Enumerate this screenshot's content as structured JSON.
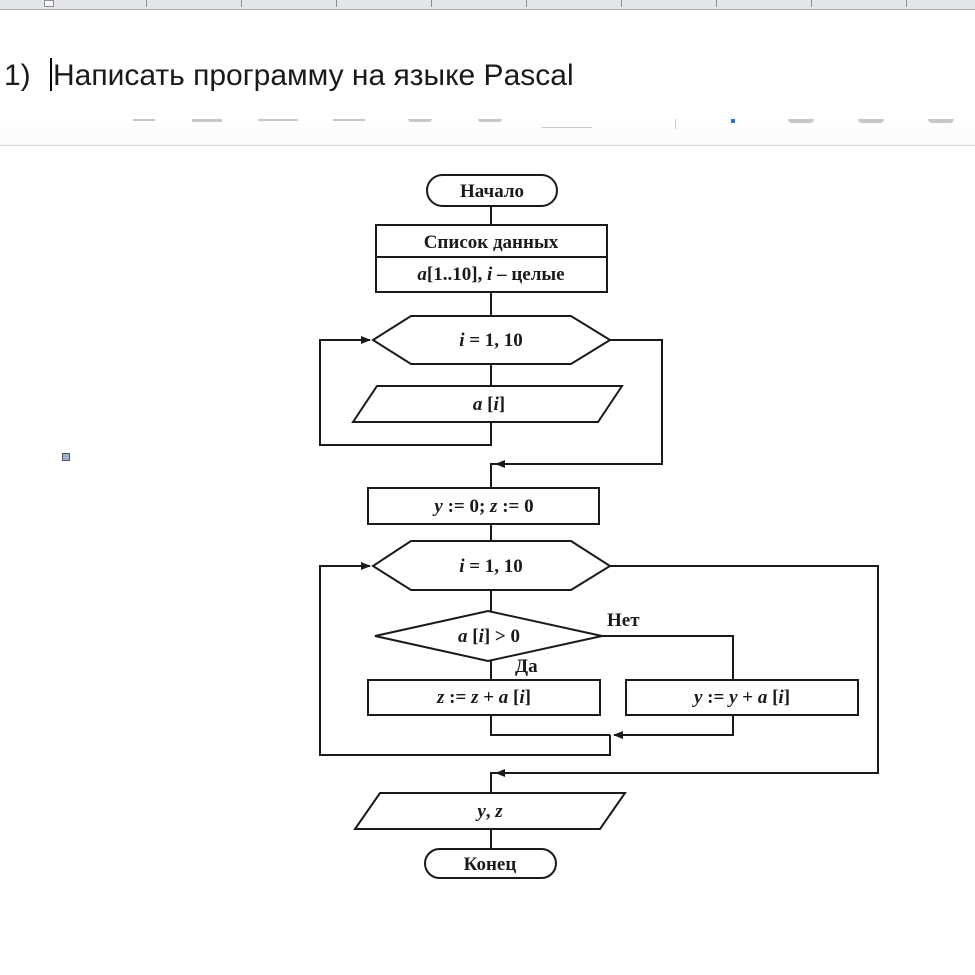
{
  "document": {
    "task_number": "1)",
    "task_text": "Написать программу на языке Pascal"
  },
  "flowchart": {
    "start": "Начало",
    "data_list_title": "Список данных",
    "data_list_decl": {
      "arr": "a",
      "range": "[1..10], ",
      "var": "i",
      "rest": " – целые"
    },
    "loop1": {
      "var": "i",
      "rest": " = 1, 10"
    },
    "input": {
      "arr": "a",
      "open": " [",
      "idx": "i",
      "close": "]"
    },
    "init": {
      "y": "y",
      "mid": " := 0; ",
      "z": "z",
      "end": " := 0"
    },
    "loop2": {
      "var": "i",
      "rest": " = 1, 10"
    },
    "condition": {
      "arr": "a",
      "open": " [",
      "idx": "i",
      "close": "] > 0"
    },
    "yes_label": "Да",
    "no_label": "Нет",
    "yes_action": {
      "lhs": "z",
      "op": " := ",
      "v": "z",
      "plus": " + ",
      "arr": "a",
      "open": " [",
      "idx": "i",
      "close": "]"
    },
    "no_action": {
      "lhs": "y",
      "op": " := ",
      "v": "y",
      "plus": " + ",
      "arr": "a",
      "open": " [",
      "idx": "i",
      "close": "]"
    },
    "output": {
      "a": "y",
      "sep": ", ",
      "b": "z"
    },
    "end": "Конец"
  },
  "colors": {
    "ink": "#1a1a1a",
    "background": "#ffffff",
    "anchor": "#9fb0c9"
  }
}
